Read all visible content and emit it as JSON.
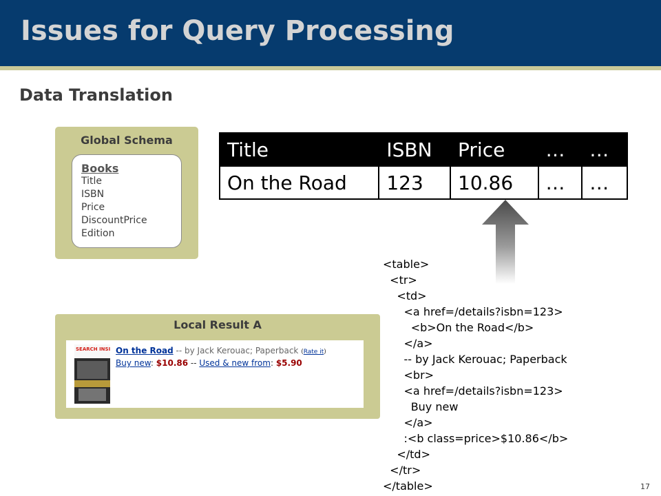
{
  "slide": {
    "title": "Issues for Query Processing",
    "subtitle": "Data Translation",
    "page_number": "17"
  },
  "global_schema": {
    "heading": "Global Schema",
    "entity": "Books",
    "fields": [
      "Title",
      "ISBN",
      "Price",
      "DiscountPrice",
      "Edition"
    ]
  },
  "result_table": {
    "headers": [
      "Title",
      "ISBN",
      "Price",
      "…",
      "…"
    ],
    "rows": [
      [
        "On the Road",
        "123",
        "10.86",
        "…",
        "…"
      ]
    ]
  },
  "local_result": {
    "heading": "Local Result A",
    "cover_text": "SEARCH INSIDE",
    "book_title": "On the Road",
    "byline": " -- by Jack Kerouac; Paperback ",
    "rate_open": "(",
    "rate_label": "Rate it",
    "rate_close": ")",
    "buy_new_label": "Buy new",
    "buy_new_sep": ": ",
    "buy_new_price": "$10.86",
    "dash": " -- ",
    "used_label": "Used & new from",
    "used_sep": ": ",
    "used_price": "$5.90"
  },
  "html_source": [
    "<table>",
    "  <tr>",
    "    <td>",
    "      <a href=/details?isbn=123>",
    "        <b>On the Road</b>",
    "      </a>",
    "      -- by Jack Kerouac; Paperback",
    "      <br>",
    "      <a href=/details?isbn=123>",
    "        Buy new",
    "      </a>",
    "      :<b class=price>$10.86</b>",
    "    </td>",
    "  </tr>",
    "</table>"
  ],
  "colors": {
    "header_bg": "#063b6e",
    "header_rule": "#c9c998",
    "panel_bg": "#cbcb93",
    "link": "#003399",
    "price": "#990000"
  }
}
